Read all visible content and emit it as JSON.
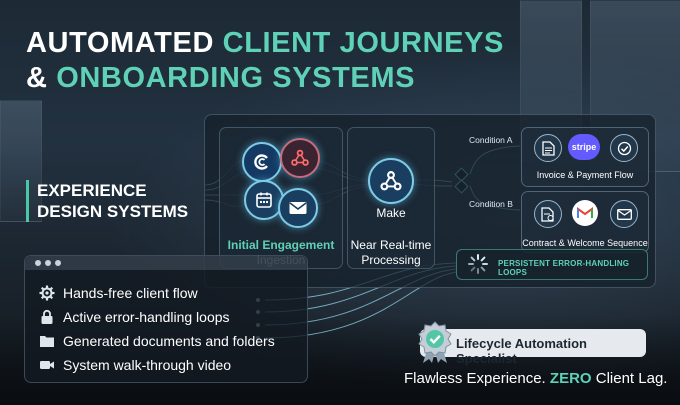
{
  "title": {
    "line1_white": "AUTOMATED",
    "line1_accent": "CLIENT JOURNEYS",
    "line2_white": "&",
    "line2_accent": "ONBOARDING SYSTEMS"
  },
  "experience": {
    "line1": "EXPERIENCE",
    "line2": "DESIGN SYSTEMS"
  },
  "flow": {
    "stage1": {
      "label_accent": "Initial Engagement",
      "label": "Ingestion",
      "icons": [
        "loop-c-icon",
        "webhook-icon",
        "calendar-icon",
        "email-icon"
      ]
    },
    "stage2": {
      "icon_label": "Make",
      "label_line1": "Near Real-time",
      "label_line2": "Processing",
      "icons": [
        "make-icon"
      ]
    },
    "condition_a": "Condition A",
    "condition_b": "Condition B",
    "result_a": {
      "label": "Invoice & Payment Flow",
      "icons": [
        "document-icon",
        "stripe-icon",
        "checkmark-icon"
      ],
      "stripe_text": "stripe"
    },
    "result_b": {
      "label": "Contract & Welcome Sequence",
      "icons": [
        "contract-icon",
        "gmail-icon",
        "email-icon"
      ]
    },
    "error_loops": "PERSISTENT ERROR-HANDLING LOOPS"
  },
  "features": [
    {
      "icon": "gear-icon",
      "label": "Hands-free client flow"
    },
    {
      "icon": "lock-icon",
      "label": "Active error-handling loops"
    },
    {
      "icon": "folder-icon",
      "label": "Generated documents and folders"
    },
    {
      "icon": "video-icon",
      "label": "System walk-through video"
    }
  ],
  "badge": "Lifecycle Automation Specialist",
  "tagline": {
    "before": "Flawless Experience.",
    "accent": "ZERO",
    "after": "Client Lag."
  },
  "colors": {
    "accent": "#5fd1b6",
    "glow": "#7ecbe6",
    "stripe": "#635bff",
    "background": "#1d2a36"
  }
}
